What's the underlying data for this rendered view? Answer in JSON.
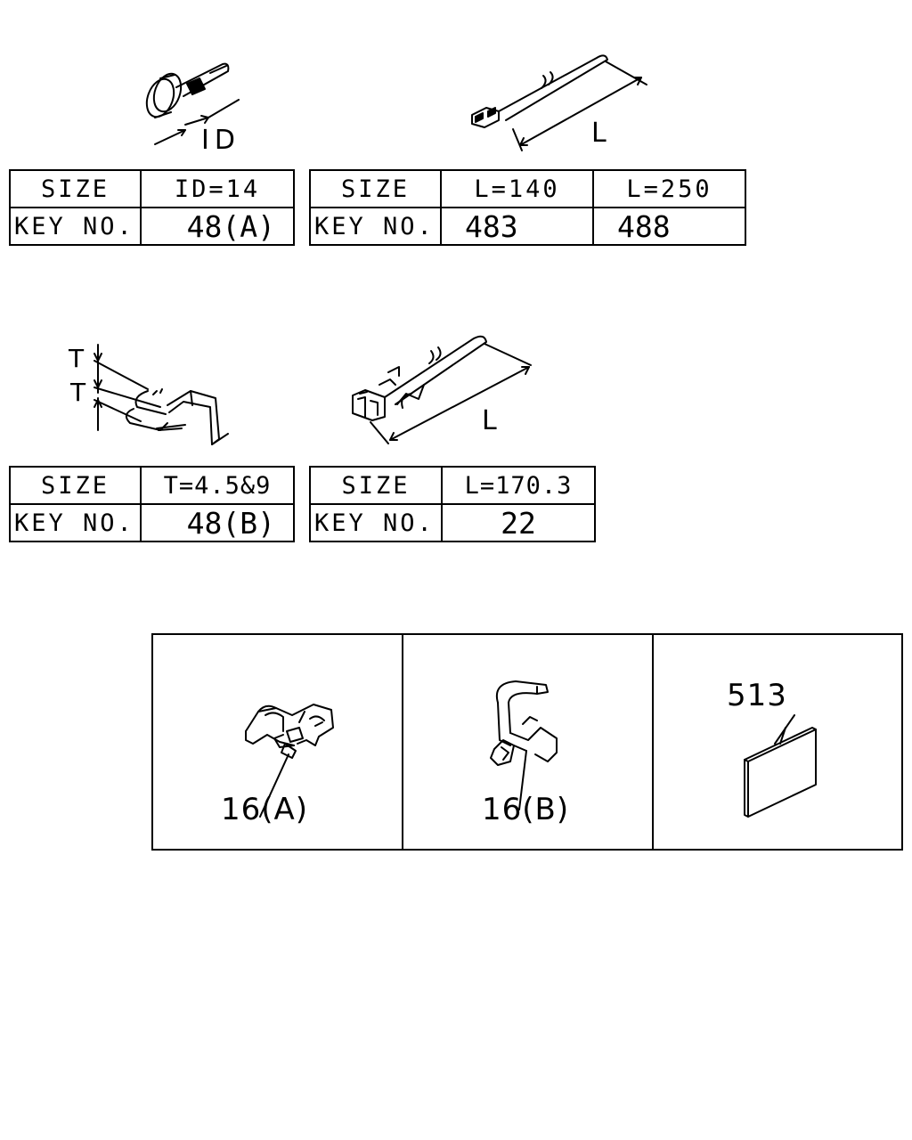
{
  "figures": {
    "hose_clamp": {
      "dimension_label": "ID"
    },
    "tie_strap_long": {
      "dimension_label": "L"
    },
    "edge_clip": {
      "dimension_label_top": "T",
      "dimension_label_bottom": "T"
    },
    "tie_strap_clip": {
      "dimension_label": "L"
    }
  },
  "tables": {
    "clamp_id": {
      "header": [
        "SIZE",
        "ID=14"
      ],
      "row": [
        "KEY NO.",
        "48(A)"
      ]
    },
    "strap_length": {
      "header": [
        "SIZE",
        "L=140",
        "L=250"
      ],
      "row": [
        "KEY NO.",
        "483",
        "488"
      ]
    },
    "edge_clip": {
      "header": [
        "SIZE",
        "T=4.5&9"
      ],
      "row": [
        "KEY NO.",
        "48(B)"
      ]
    },
    "strap_clip": {
      "header": [
        "SIZE",
        "L=170.3"
      ],
      "row": [
        "KEY NO.",
        "22"
      ]
    }
  },
  "panels": [
    {
      "label": "16(A)"
    },
    {
      "label": "16(B)"
    },
    {
      "label": "513"
    }
  ]
}
